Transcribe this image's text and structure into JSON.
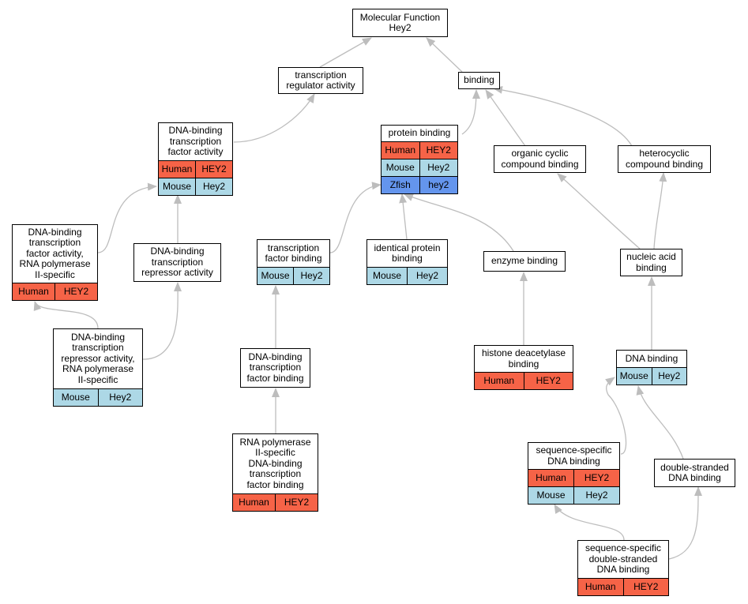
{
  "colors": {
    "Human": "#f66347",
    "Mouse": "#add8e6",
    "Zfish": "#6495ed",
    "edge": "#bdbdbd"
  },
  "nodes": {
    "mf": {
      "title": "Molecular Function\nHey2",
      "rows": []
    },
    "tra": {
      "title": "transcription\nregulator activity",
      "rows": []
    },
    "binding": {
      "title": "binding",
      "rows": []
    },
    "dbtfa": {
      "title": "DNA-binding\ntranscription\nfactor activity",
      "rows": [
        {
          "species": "Human",
          "gene": "HEY2"
        },
        {
          "species": "Mouse",
          "gene": "Hey2"
        }
      ]
    },
    "pb": {
      "title": "protein binding",
      "rows": [
        {
          "species": "Human",
          "gene": "HEY2"
        },
        {
          "species": "Mouse",
          "gene": "Hey2"
        },
        {
          "species": "Zfish",
          "gene": "hey2"
        }
      ]
    },
    "ocb": {
      "title": "organic cyclic\ncompound binding",
      "rows": []
    },
    "hcb": {
      "title": "heterocyclic\ncompound binding",
      "rows": []
    },
    "dbtfa2": {
      "title": "DNA-binding\ntranscription\nfactor activity,\nRNA polymerase\nII-specific",
      "rows": [
        {
          "species": "Human",
          "gene": "HEY2"
        }
      ]
    },
    "dbtra": {
      "title": "DNA-binding\ntranscription\nrepressor activity",
      "rows": []
    },
    "tfb": {
      "title": "transcription\nfactor binding",
      "rows": [
        {
          "species": "Mouse",
          "gene": "Hey2"
        }
      ]
    },
    "ipb": {
      "title": "identical protein\nbinding",
      "rows": [
        {
          "species": "Mouse",
          "gene": "Hey2"
        }
      ]
    },
    "eb": {
      "title": "enzyme binding",
      "rows": []
    },
    "nab": {
      "title": "nucleic acid\nbinding",
      "rows": []
    },
    "dbtra2": {
      "title": "DNA-binding\ntranscription\nrepressor activity,\nRNA polymerase\nII-specific",
      "rows": [
        {
          "species": "Mouse",
          "gene": "Hey2"
        }
      ]
    },
    "dbtfb": {
      "title": "DNA-binding\ntranscription\nfactor binding",
      "rows": []
    },
    "hdb": {
      "title": "histone deacetylase\nbinding",
      "rows": [
        {
          "species": "Human",
          "gene": "HEY2"
        }
      ]
    },
    "dnab": {
      "title": "DNA binding",
      "rows": [
        {
          "species": "Mouse",
          "gene": "Hey2"
        }
      ]
    },
    "rnap": {
      "title": "RNA polymerase\nII-specific\nDNA-binding\ntranscription\nfactor binding",
      "rows": [
        {
          "species": "Human",
          "gene": "HEY2"
        }
      ]
    },
    "ssdb": {
      "title": "sequence-specific\nDNA binding",
      "rows": [
        {
          "species": "Human",
          "gene": "HEY2"
        },
        {
          "species": "Mouse",
          "gene": "Hey2"
        }
      ]
    },
    "dsdb": {
      "title": "double-stranded\nDNA binding",
      "rows": []
    },
    "ssdsdb": {
      "title": "sequence-specific\ndouble-stranded\nDNA binding",
      "rows": [
        {
          "species": "Human",
          "gene": "HEY2"
        }
      ]
    }
  }
}
